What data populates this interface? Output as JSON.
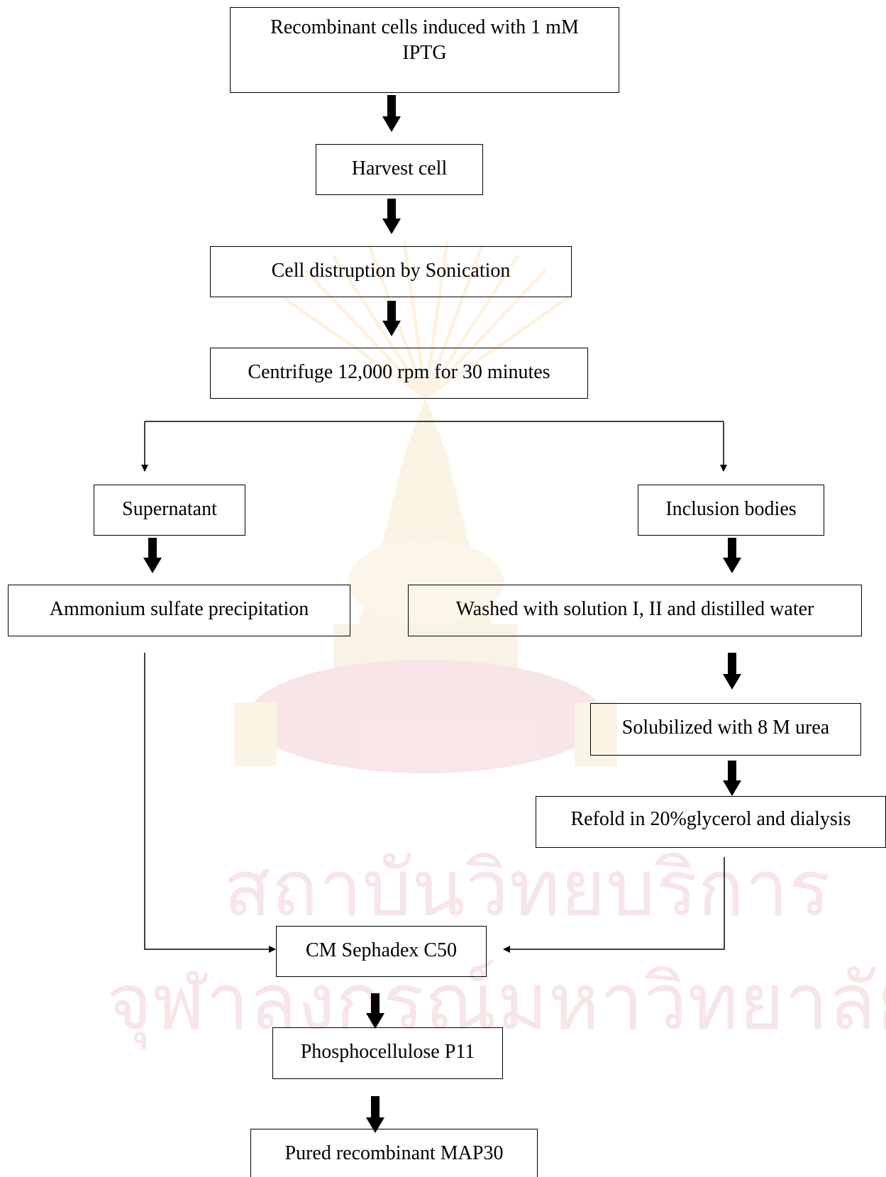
{
  "watermark": {
    "line1": "สถาบันวิทยบริการ",
    "line2": "จุฬาลงกรณ์มหาวิทยาลัย"
  },
  "steps": {
    "induce": "Recombinant cells induced with 1 mM IPTG",
    "harvest": "Harvest cell",
    "sonication": "Cell distruption by Sonication",
    "centrifuge": "Centrifuge 12,000 rpm for 30 minutes",
    "supernatant": "Supernatant",
    "inclusion": "Inclusion bodies",
    "ammonium": "Ammonium sulfate precipitation",
    "washed": "Washed with solution I, II and distilled water",
    "solubilized": "Solubilized with 8 M urea",
    "refold": "Refold in 20%glycerol and dialysis",
    "cm": "CM Sephadex C50",
    "phospho": "Phosphocellulose P11",
    "pured": "Pured recombinant MAP30"
  }
}
